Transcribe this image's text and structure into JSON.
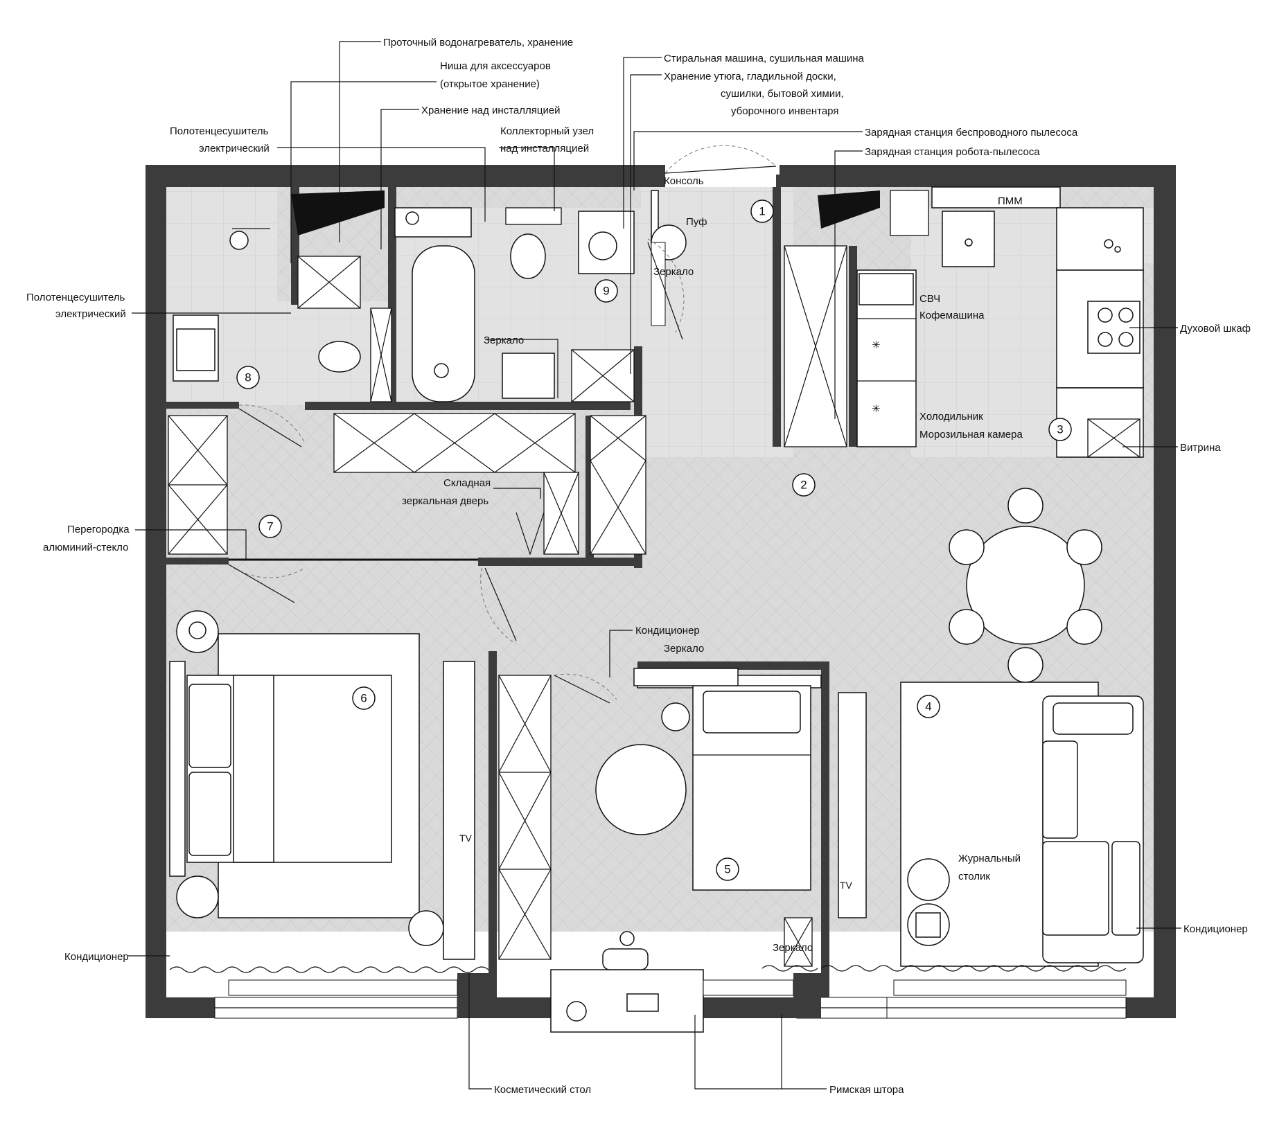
{
  "rooms": [
    "1",
    "2",
    "3",
    "4",
    "5",
    "6",
    "7",
    "8",
    "9"
  ],
  "labels": {
    "water_heater": "Проточный водонагреватель, хранение",
    "niche_1": "Ниша для аксессуаров",
    "niche_2": "(открытое хранение)",
    "storage_install": "Хранение над инсталляцией",
    "towel_top_1": "Полотенцесушитель",
    "towel_top_2": "электрический",
    "collector_1": "Коллекторный узел",
    "collector_2": "над инсталляцией",
    "washer": "Стиральная машина, сушильная машина",
    "iron_1": "Хранение утюга, гладильной доски,",
    "iron_2": "сушилки, бытовой химии,",
    "iron_3": "уборочного инвентаря",
    "vacuum_station": "Зарядная станция беспроводного пылесоса",
    "robot_station": "Зарядная станция робота-пылесоса",
    "console": "Консоль",
    "pouf": "Пуф",
    "mirror_hall": "Зеркало",
    "pmm": "ПММ",
    "microwave": "СВЧ",
    "coffee": "Кофемашина",
    "oven": "Духовой шкаф",
    "fridge": "Холодильник",
    "freezer": "Морозильная камера",
    "showcase": "Витрина",
    "towel_left_1": "Полотенцесушитель",
    "towel_left_2": "электрический",
    "mirror_bath": "Зеркало",
    "folding_1": "Складная",
    "folding_2": "зеркальная дверь",
    "partition_1": "Перегородка",
    "partition_2": "алюминий-стекло",
    "ac_top": "Кондиционер",
    "mirror_mid": "Зеркало",
    "tv_1": "TV",
    "tv_2": "TV",
    "coffee_table_1": "Журнальный",
    "coffee_table_2": "столик",
    "ac_right": "Кондиционер",
    "ac_left": "Кондиционер",
    "mirror_bottom": "Зеркало",
    "vanity": "Косметический стол",
    "roman_blind": "Римская штора"
  }
}
